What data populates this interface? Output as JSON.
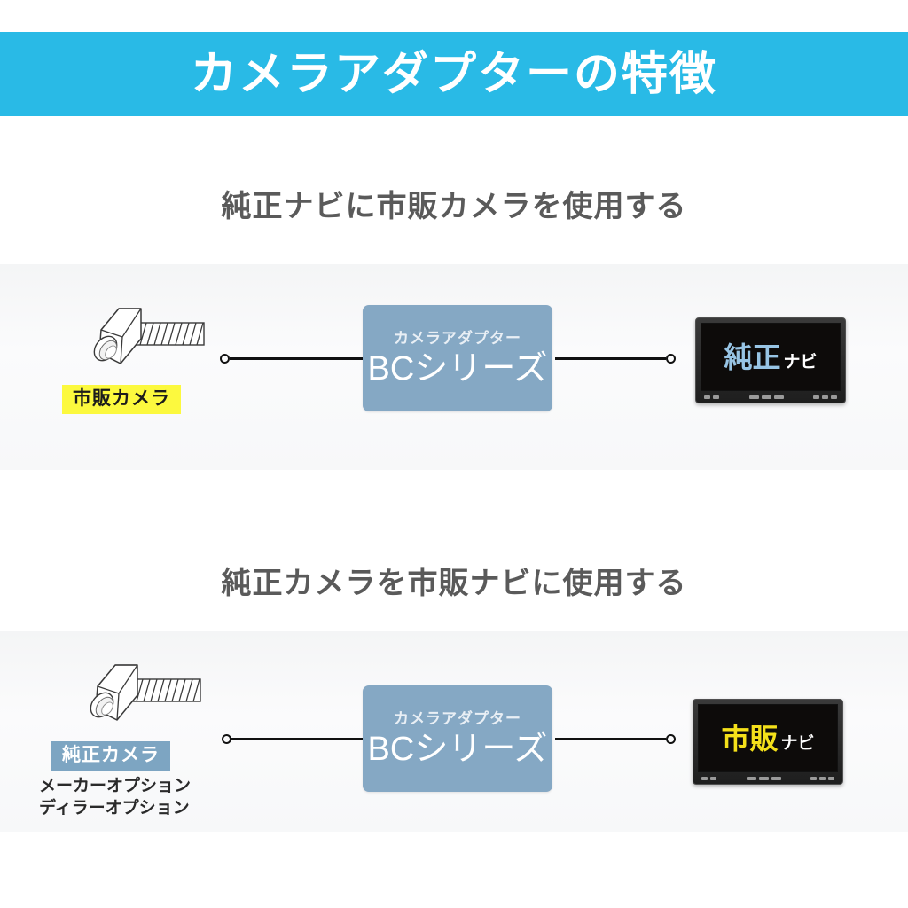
{
  "header": {
    "title": "カメラアダプターの特徴",
    "background_color": "#29bae6",
    "text_color": "#ffffff"
  },
  "sections": [
    {
      "heading": "純正ナビに市販カメラを使用する",
      "camera": {
        "icon": "camera-line-art-icon",
        "label": "市販カメラ",
        "label_style": "yellow-highlight",
        "label_bg": "#fcf93e",
        "label_color": "#1c1c1c",
        "sublabels": []
      },
      "adapter": {
        "small_label": "カメラアダプター",
        "large_label": "BCシリーズ",
        "background_color": "#85a8c4",
        "text_color": "#ffffff"
      },
      "nav": {
        "main_text": "純正",
        "main_color": "#97c4e4",
        "sub_text": "ナビ",
        "sub_color": "#ffffff"
      }
    },
    {
      "heading": "純正カメラを市販ナビに使用する",
      "camera": {
        "icon": "camera-line-art-icon",
        "label": "純正カメラ",
        "label_style": "blue-badge",
        "label_bg": "#7da5c2",
        "label_color": "#ffffff",
        "sublabels": [
          "メーカーオプション",
          "ディラーオプション"
        ]
      },
      "adapter": {
        "small_label": "カメラアダプター",
        "large_label": "BCシリーズ",
        "background_color": "#85a8c4",
        "text_color": "#ffffff"
      },
      "nav": {
        "main_text": "市販",
        "main_color": "#f4e01a",
        "sub_text": "ナビ",
        "sub_color": "#ffffff"
      }
    }
  ],
  "connector": {
    "line_color": "#111111",
    "endpoint_shape": "open-circle"
  }
}
